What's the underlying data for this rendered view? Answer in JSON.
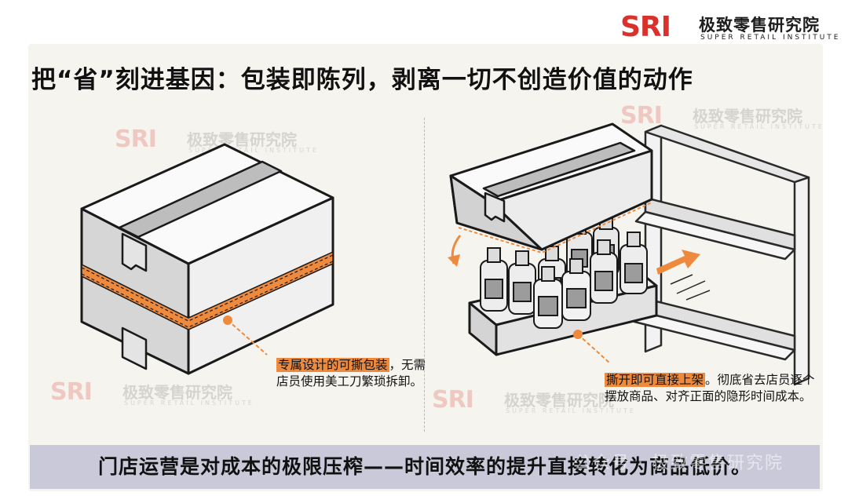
{
  "brand": {
    "logo": "SRI",
    "name_cn": "极致零售研究院",
    "name_en": "SUPER RETAIL INSTITUTE"
  },
  "title": "把“省”刻进基因：包装即陈列，剥离一切不创造价值的动作",
  "left_caption": {
    "highlight": "专属设计的可撕包装",
    "rest": "，无需店员使用美工刀繁琐拆卸。"
  },
  "right_caption": {
    "highlight": "撕开即可直接上架",
    "rest": "。彻底省去店员逐个摆放商品、对齐正面的隐形时间成本。"
  },
  "bottom_banner": "门店运营是对成本的极限压榨——时间效率的提升直接转化为商品低价。",
  "credit": "公众号 · 极致零售研究院",
  "colors": {
    "accent": "#ee8a3e",
    "brand_red": "#d9322c",
    "banner_bg": "#c9c9d9"
  }
}
